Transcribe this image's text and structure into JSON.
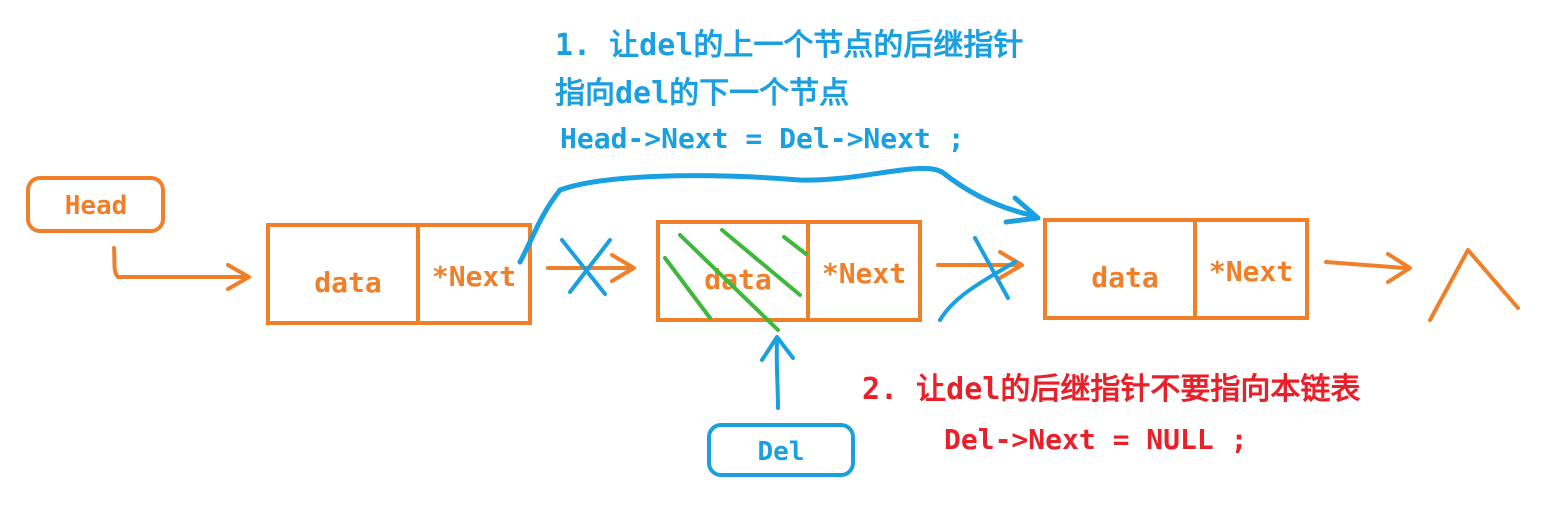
{
  "colors": {
    "orange": "#f07f2a",
    "blue": "#1a9fe0",
    "red": "#e8202a",
    "green": "#3db83a",
    "background": "#ffffff"
  },
  "pointers": {
    "head": "Head",
    "del": "Del"
  },
  "nodes": [
    {
      "data_label": "data",
      "next_label": "*Next",
      "crossed_out": false
    },
    {
      "data_label": "data",
      "next_label": "*Next",
      "crossed_out": true
    },
    {
      "data_label": "data",
      "next_label": "*Next",
      "crossed_out": false
    }
  ],
  "step1": {
    "line1": "1. 让del的上一个节点的后继指针",
    "line2": "指向del的下一个节点",
    "code": "Head->Next = Del->Next ;"
  },
  "step2": {
    "line1": "2. 让del的后继指针不要指向本链表",
    "code": "Del->Next = NULL ;"
  },
  "terminator_icon": "null-terminator-caret-icon"
}
